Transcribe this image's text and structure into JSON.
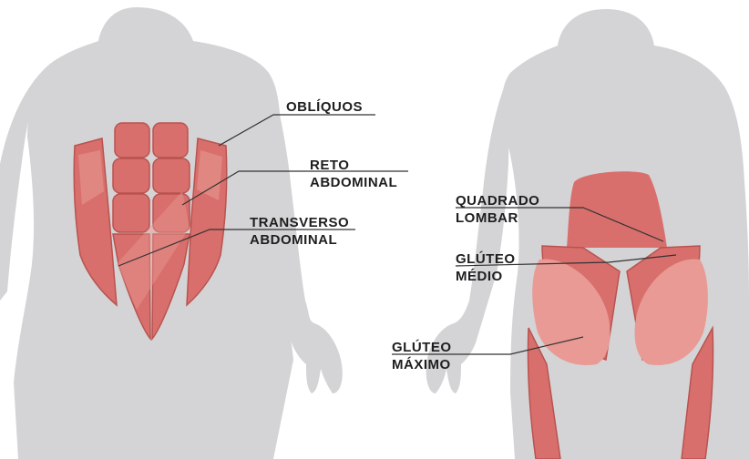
{
  "colors": {
    "silhouette": "#d4d4d6",
    "muscle": "#d86f6c",
    "muscle_light": "#e99a95",
    "muscle_outline": "#b9534f",
    "leader_line": "#333333",
    "label_text": "#1e1e1e"
  },
  "labels": {
    "obliquos": "OBLÍQUOS",
    "reto": {
      "line1": "RETO",
      "line2": "ABDOMINAL"
    },
    "transverso": {
      "line1": "TRANSVERSO",
      "line2": "ABDOMINAL"
    },
    "quadrado": {
      "line1": "QUADRADO",
      "line2": "LOMBAR"
    },
    "gluteo_medio": {
      "line1": "GLÚTEO",
      "line2": "MÉDIO"
    },
    "gluteo_maximo": {
      "line1": "GLÚTEO",
      "line2": "MÁXIMO"
    }
  }
}
